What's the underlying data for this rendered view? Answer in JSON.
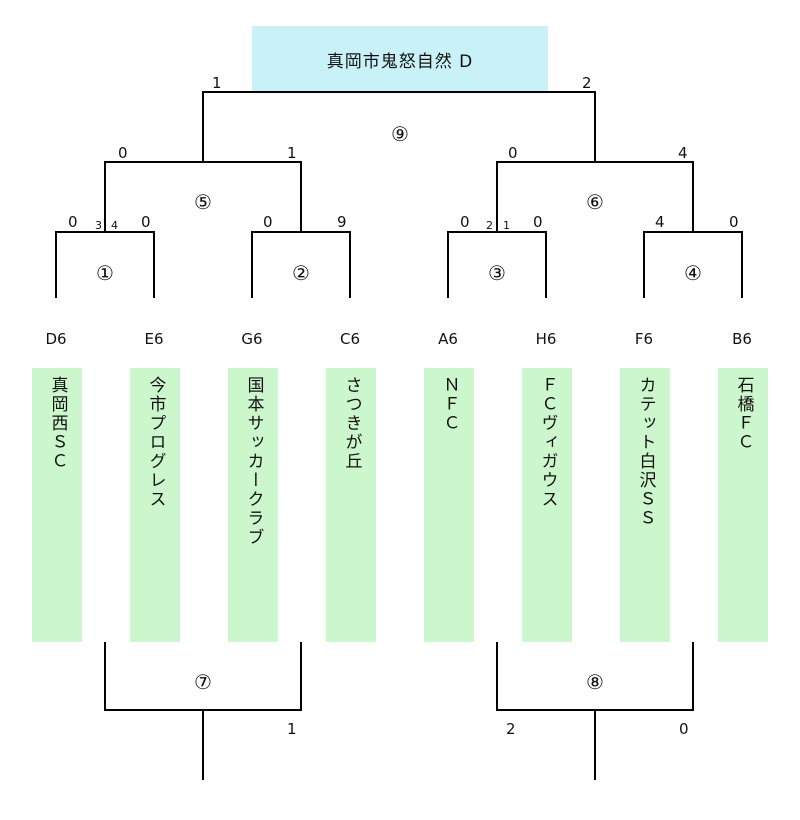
{
  "title": "真岡市鬼怒自然 D",
  "teams": [
    {
      "code": "D6",
      "name": "真岡西ＳＣ"
    },
    {
      "code": "E6",
      "name": "今市プログレス"
    },
    {
      "code": "G6",
      "name": "国本サッカークラブ"
    },
    {
      "code": "C6",
      "name": "さつきが丘"
    },
    {
      "code": "A6",
      "name": "ＮＦＣ"
    },
    {
      "code": "H6",
      "name": "ＦＣヴィガウス"
    },
    {
      "code": "F6",
      "name": "カテット白沢ＳＳ"
    },
    {
      "code": "B6",
      "name": "石橋ＦＣ"
    }
  ],
  "match_labels": {
    "m1": "①",
    "m2": "②",
    "m3": "③",
    "m4": "④",
    "m5": "⑤",
    "m6": "⑥",
    "m7": "⑦",
    "m8": "⑧",
    "m9": "⑨"
  },
  "scores": {
    "m1_left": "0",
    "m1_pk_left": "3",
    "m1_pk_right": "4",
    "m1_right": "0",
    "m2_left": "0",
    "m2_right": "9",
    "m3_left": "0",
    "m3_pk_left": "2",
    "m3_pk_right": "1",
    "m3_right": "0",
    "m4_left": "4",
    "m4_right": "0",
    "m5_left": "0",
    "m5_right": "1",
    "m6_left": "0",
    "m6_right": "4",
    "m7_right": "1",
    "m8_left": "2",
    "m8_right": "0",
    "final_left": "1",
    "final_right": "2"
  }
}
